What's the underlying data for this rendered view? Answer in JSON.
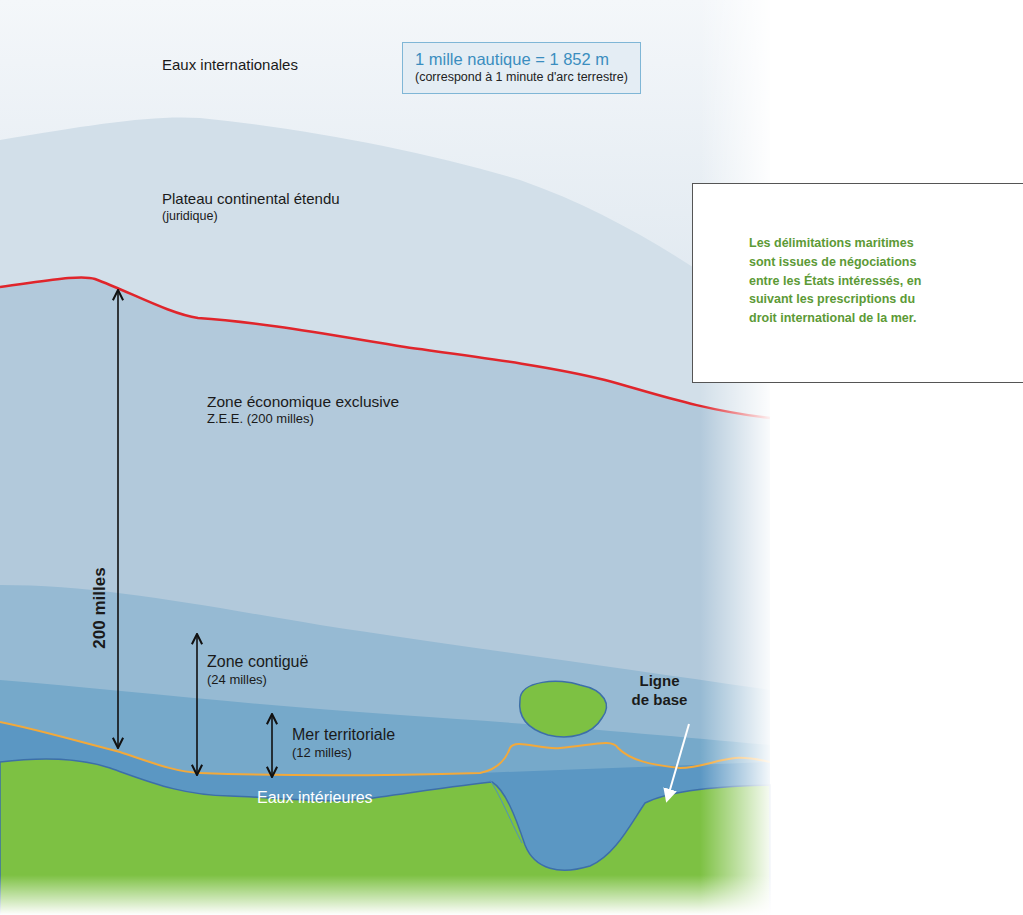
{
  "diagram": {
    "nodes": [
      {
        "text": [
          "Eaux internationales"
        ]
      },
      {
        "text": [
          "1 mille nautique = 1 852 m",
          "(correspond à 1 minute d'arc terrestre)"
        ]
      },
      {
        "text": [
          "Plateau continental étendu",
          "(juridique)"
        ]
      },
      {
        "text": [
          "Zone économique exclusive",
          "Z.E.E. (200 milles)"
        ]
      },
      {
        "text": [
          "Zone contiguë",
          "(24 milles)"
        ]
      },
      {
        "text": [
          "Mer territoriale",
          "(12 milles)"
        ]
      },
      {
        "text": [
          "Eaux intérieures"
        ]
      },
      {
        "text": [
          "Les délimitations maritimes sont issues de négociations entre les États intéressés, en suivant les prescriptions du droit international de la mer."
        ]
      }
    ],
    "labels": [
      "200 milles",
      "Ligne de base"
    ]
  }
}
